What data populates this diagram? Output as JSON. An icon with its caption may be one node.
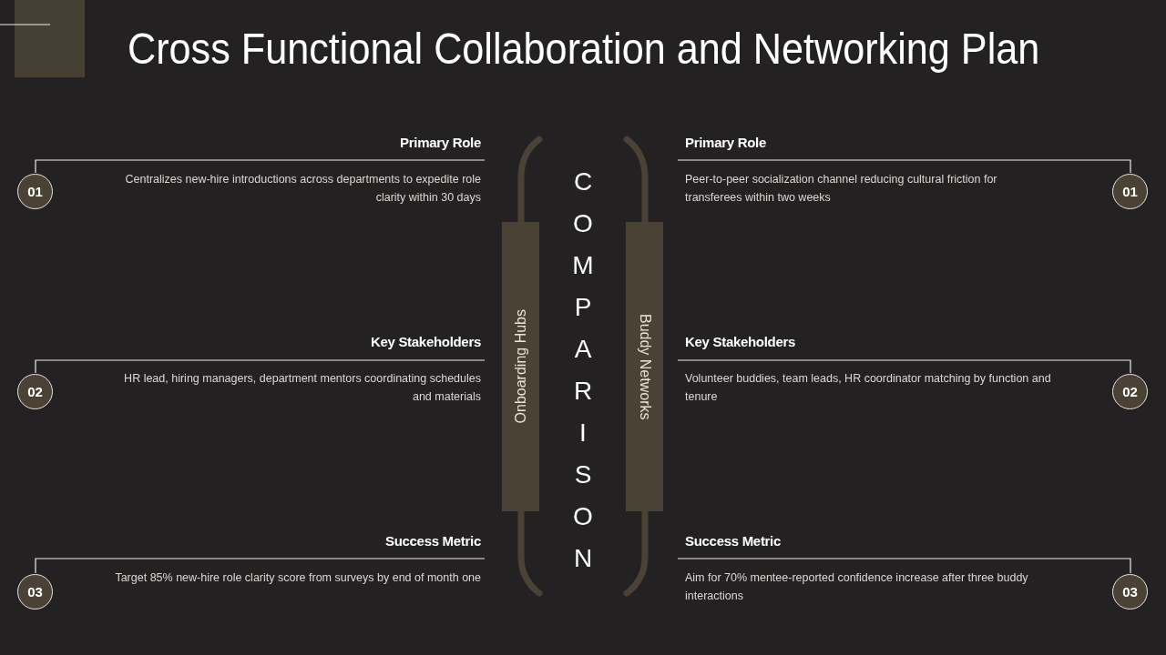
{
  "diagram": {
    "title": "Cross Functional Collaboration and Networking Plan",
    "nodes": [
      {
        "text": [
          "01"
        ],
        "beside": [
          "Primary Role",
          "Centralizes new-hire introductions across departments to expedite role clarity within 30 days"
        ]
      },
      {
        "text": [
          "02"
        ],
        "beside": [
          "Key Stakeholders",
          "HR lead, hiring managers, department mentors coordinating schedules and materials"
        ]
      },
      {
        "text": [
          "03"
        ],
        "beside": [
          "Success Metric",
          "Target 85% new-hire role clarity score from surveys by end of month one"
        ]
      },
      {
        "text": [
          "Onboarding Hubs"
        ]
      },
      {
        "text": [
          "Buddy Networks"
        ]
      },
      {
        "text": [
          "01"
        ],
        "beside": [
          "Primary Role",
          "Peer-to-peer socialization channel reducing cultural friction for transferees within two weeks"
        ]
      },
      {
        "text": [
          "02"
        ],
        "beside": [
          "Key Stakeholders",
          "Volunteer buddies, team leads, HR coordinator matching by function and tenure"
        ]
      },
      {
        "text": [
          "03"
        ],
        "beside": [
          "Success Metric",
          "Aim for 70% mentee-reported confidence increase after three buddy interactions"
        ]
      }
    ],
    "edges": [
      {
        "from": 0,
        "to": null,
        "arrow": "none"
      },
      {
        "from": 1,
        "to": null,
        "arrow": "none"
      },
      {
        "from": 2,
        "to": null,
        "arrow": "none"
      },
      {
        "from": 5,
        "to": null,
        "arrow": "none"
      },
      {
        "from": 6,
        "to": null,
        "arrow": "none"
      },
      {
        "from": 7,
        "to": null,
        "arrow": "none"
      }
    ],
    "labels": [
      "COMPARISON"
    ]
  }
}
